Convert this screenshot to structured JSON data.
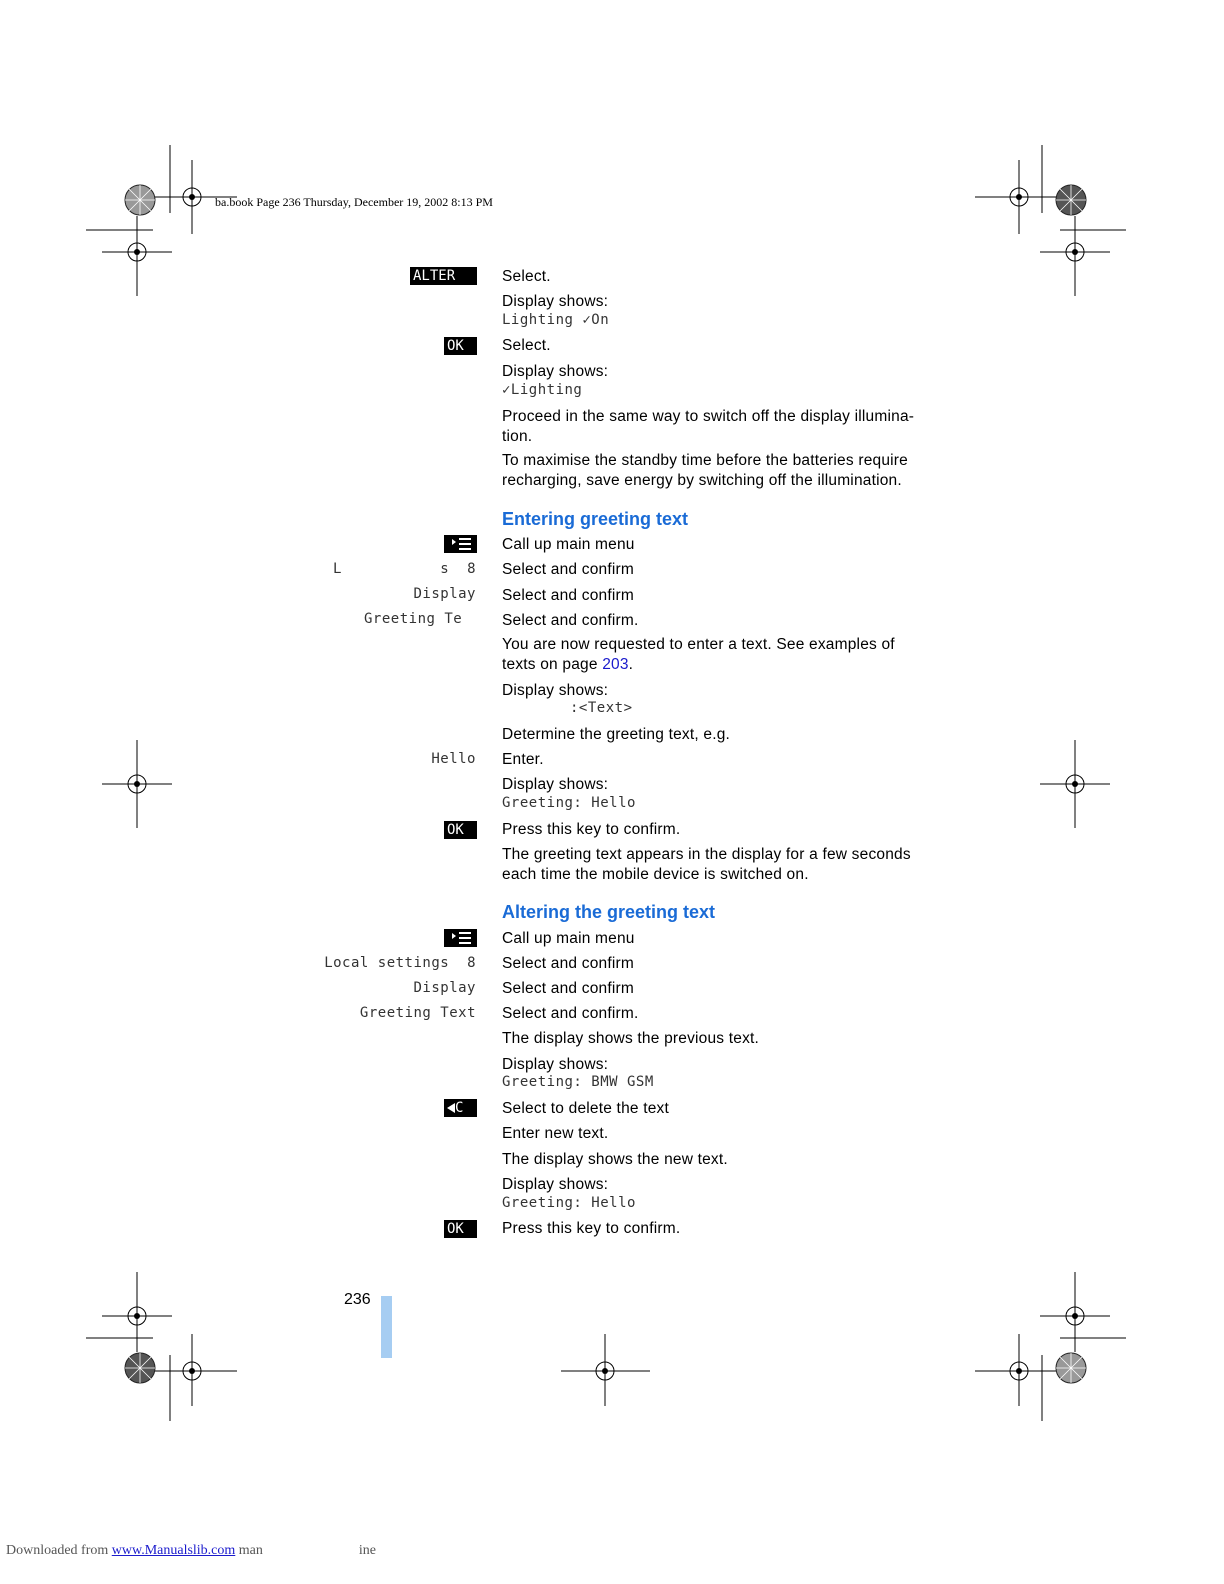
{
  "header": {
    "text": "ba.book  Page 236  Thursday, December 19, 2002  8:13 PM"
  },
  "keys": {
    "alter": "ALTER",
    "ok": "OK",
    "clear": "C"
  },
  "steps_top": {
    "s1": "Select.",
    "s2": "Display shows:",
    "s2_lcd": "Lighting ✓On",
    "s3": "Select.",
    "s4": "Display shows:",
    "s4_lcd": "✓Lighting",
    "p1a": "Proceed in the same way to switch off the display illumina-",
    "p1b": "tion.",
    "p2a": "To maximise the standby time before the batteries require",
    "p2b": "recharging, save energy by switching off the illumination."
  },
  "section1": {
    "heading": "Entering greeting text",
    "lcd_local_a": "L",
    "lcd_local_b": "s  8",
    "lcd_display": "Display",
    "lcd_greeting": "Greeting Te",
    "lcd_hello": "Hello",
    "t1": "Call up main menu",
    "t2": "Select and confirm",
    "t3": "Select and confirm",
    "t4": "Select and confirm.",
    "t5a": "You are now requested to enter a text. See examples of",
    "t5b_pre": "texts on page ",
    "t5b_link": "203",
    "t5b_post": ".",
    "t6": "Display shows:",
    "t6_lcd": ":<Text>",
    "t7": "Determine the greeting text, e.g.",
    "t8": "Enter.",
    "t9": "Display shows:",
    "t9_lcd": "Greeting: Hello",
    "t10": "Press this key to confirm.",
    "t11a": "The greeting text appears in the display for a few seconds",
    "t11b": "each time the mobile device is switched on."
  },
  "section2": {
    "heading": "Altering the greeting text",
    "lcd_local": "Local settings  8",
    "lcd_display": "Display",
    "lcd_greeting": "Greeting Text",
    "t1": "Call up main menu",
    "t2": "Select and confirm",
    "t3": "Select and confirm",
    "t4": "Select and confirm.",
    "t5": "The display shows the previous text.",
    "t6": "Display shows:",
    "t6_lcd": "Greeting: BMW GSM",
    "t7": "Select to delete the text",
    "t8": "Enter new text.",
    "t9": "The display shows the new text.",
    "t10": "Display shows:",
    "t10_lcd": "Greeting: Hello",
    "t11": "Press this key to confirm."
  },
  "page_number": "236",
  "footer": {
    "prefix": "Downloaded from ",
    "link": "www.Manualslib.com",
    "suffix1": " man",
    "suffix2": "ine"
  }
}
